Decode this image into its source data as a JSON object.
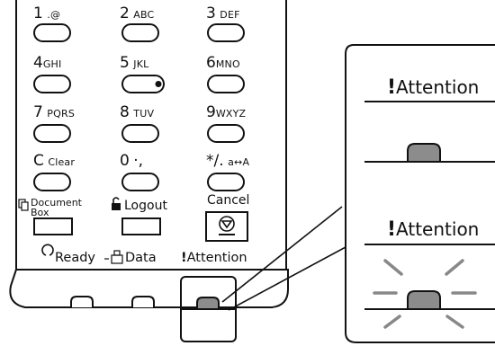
{
  "keypad": {
    "k1": {
      "digit": "1",
      "sub": ".@"
    },
    "k2": {
      "digit": "2",
      "sub": "ABC"
    },
    "k3": {
      "digit": "3",
      "sub": "DEF"
    },
    "k4": {
      "digit": "4",
      "sub": "GHI"
    },
    "k5": {
      "digit": "5",
      "sub": "JKL"
    },
    "k6": {
      "digit": "6",
      "sub": "MNO"
    },
    "k7": {
      "digit": "7",
      "sub": "PQRS"
    },
    "k8": {
      "digit": "8",
      "sub": "TUV"
    },
    "k9": {
      "digit": "9",
      "sub": "WXYZ"
    },
    "clear": {
      "lead": "C",
      "rest": "Clear"
    },
    "k0": {
      "digit": "0",
      "sub": "·,"
    },
    "star": {
      "digit": "*/.",
      "sub": "a↔A"
    }
  },
  "bottom_keys": {
    "document_box_line1": "Document",
    "document_box_line2": "Box",
    "logout": "Logout",
    "cancel": "Cancel"
  },
  "indicators": {
    "ready": "Ready",
    "data": "Data",
    "attention": "Attention"
  },
  "callout": {
    "top_label": "Attention",
    "bottom_label": "Attention",
    "exclamation": "!"
  },
  "colors": {
    "lamp": "#8c8c8c",
    "outline": "#111111"
  },
  "icons": [
    "document-box-icon",
    "lock-icon",
    "stop-icon",
    "ready-circle-icon",
    "data-printer-icon",
    "dot-icon"
  ]
}
